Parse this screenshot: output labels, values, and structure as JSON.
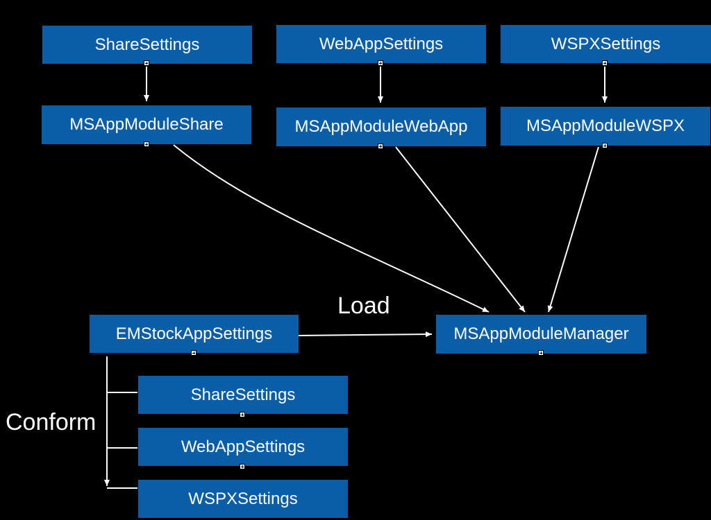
{
  "nodes": {
    "share_settings": "ShareSettings",
    "webapp_settings": "WebAppSettings",
    "wspx_settings": "WSPXSettings",
    "module_share": "MSAppModuleShare",
    "module_webapp": "MSAppModuleWebApp",
    "module_wspx": "MSAppModuleWSPX",
    "stock_app_settings": "EMStockAppSettings",
    "module_manager": "MSAppModuleManager",
    "conform_share_settings": "ShareSettings",
    "conform_webapp_settings": "WebAppSettings",
    "conform_wspx_settings": "WSPXSettings"
  },
  "labels": {
    "load": "Load",
    "conform": "Conform"
  },
  "colors": {
    "background": "#000000",
    "box_fill": "#0A5EA8",
    "text": "#ffffff",
    "connector": "#ffffff"
  }
}
